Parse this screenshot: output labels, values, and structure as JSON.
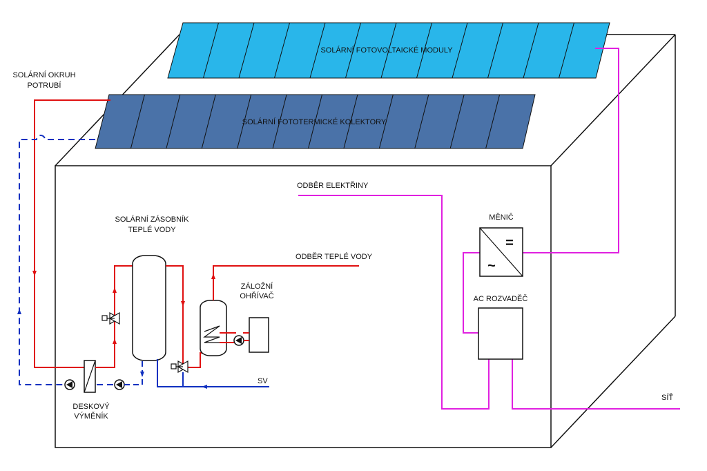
{
  "labels": {
    "pv_modules": "SOLÁRNÍ FOTOVOLTAICKÉ MODULY",
    "thermal_collectors": "SOLÁRNÍ FOTOTERMICKÉ KOLEKTORY",
    "solar_circuit_line1": "SOLÁRNÍ OKRUH",
    "solar_circuit_line2": "POTRUBÍ",
    "storage_line1": "SOLÁRNÍ ZÁSOBNÍK",
    "storage_line2": "TEPLÉ VODY",
    "hot_water_draw": "ODBĚR TEPLÉ VODY",
    "backup_line1": "ZÁLOŽNÍ",
    "backup_line2": "OHŘÍVAČ",
    "electricity_draw": "ODBĚR ELEKTŘINY",
    "inverter": "MĚNIČ",
    "ac_switchboard": "AC ROZVADĚČ",
    "cold_water": "SV",
    "grid": "SÍŤ",
    "exchanger_line1": "DESKOVÝ",
    "exchanger_line2": "VÝMĚNÍK",
    "inverter_dc_symbol": "=",
    "inverter_ac_symbol": "~"
  },
  "colors": {
    "pv_panel": "#29b6ea",
    "thermal_panel": "#4a72a8",
    "hot_pipe": "#e01010",
    "cold_pipe": "#1030c0",
    "electric_line": "#e020e0",
    "outline": "#111111"
  }
}
